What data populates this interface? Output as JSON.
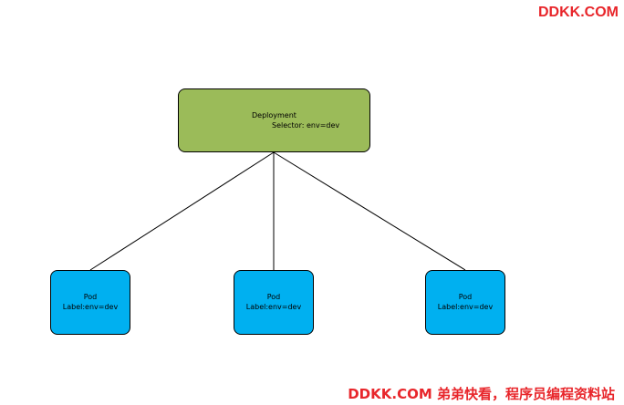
{
  "watermark": {
    "top": "DDKK.COM",
    "bottom": "DDKK.COM 弟弟快看，程序员编程资料站"
  },
  "deployment": {
    "title": "Deployment",
    "selector": "Selector: env=dev"
  },
  "pods": [
    {
      "title": "Pod",
      "label": "Label:env=dev"
    },
    {
      "title": "Pod",
      "label": "Label:env=dev"
    },
    {
      "title": "Pod",
      "label": "Label:env=dev"
    }
  ],
  "colors": {
    "deployment_fill": "#9bbb59",
    "pod_fill": "#00b0f0",
    "watermark": "#e8262b"
  }
}
